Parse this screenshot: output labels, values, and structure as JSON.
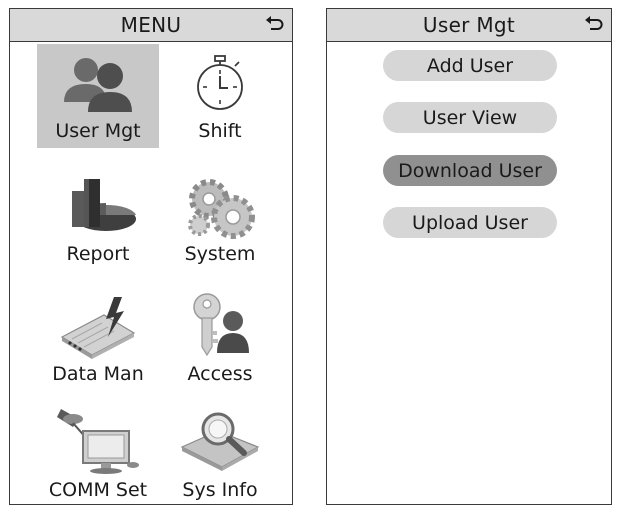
{
  "menu": {
    "title": "MENU",
    "items": [
      {
        "label": "User Mgt",
        "icon": "users-icon",
        "selected": true
      },
      {
        "label": "Shift",
        "icon": "stopwatch-icon",
        "selected": false
      },
      {
        "label": "Report",
        "icon": "report-chart-icon",
        "selected": false
      },
      {
        "label": "System",
        "icon": "gears-icon",
        "selected": false
      },
      {
        "label": "Data Man",
        "icon": "data-device-icon",
        "selected": false
      },
      {
        "label": "Access",
        "icon": "key-user-icon",
        "selected": false
      },
      {
        "label": "COMM Set",
        "icon": "satellite-computer-icon",
        "selected": false
      },
      {
        "label": "Sys Info",
        "icon": "book-magnifier-icon",
        "selected": false
      }
    ]
  },
  "submenu": {
    "title": "User Mgt",
    "buttons": [
      {
        "label": "Add User",
        "active": false
      },
      {
        "label": "User View",
        "active": false
      },
      {
        "label": "Download User",
        "active": true
      },
      {
        "label": "Upload User",
        "active": false
      }
    ]
  },
  "colors": {
    "title_bar": "#d9d9d9",
    "selected_item": "#c8c8c8",
    "button": "#d6d6d6",
    "button_active": "#909090",
    "border": "#3a3a3a"
  }
}
